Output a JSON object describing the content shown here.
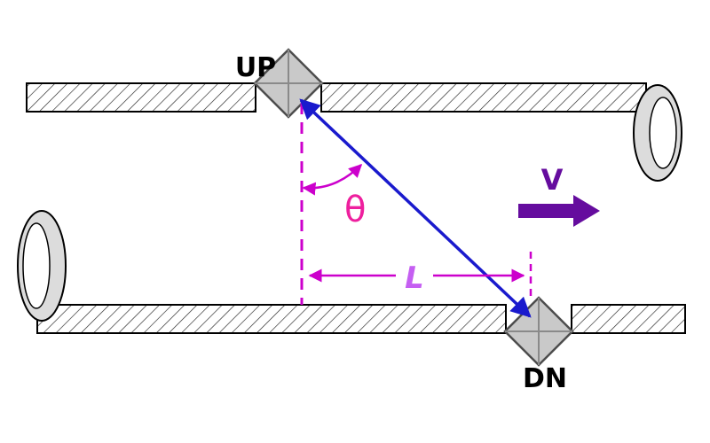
{
  "diagram": {
    "type": "ultrasonic-transit-time-flow-meter",
    "labels": {
      "up_transducer": "UP",
      "down_transducer": "DN",
      "angle": "θ",
      "path_length": "L",
      "velocity": "V"
    },
    "colors": {
      "ultrasonic_path": "#1a1acd",
      "dimension_lines": "#cc00cc",
      "angle_label": "#ee1f9e",
      "length_label": "#c55ff2",
      "velocity_arrow": "#650c9e",
      "transducer_fill": "#c9c9c9",
      "transducer_edge": "#4d4d4d",
      "pipe_wall_outline": "#000000"
    }
  }
}
